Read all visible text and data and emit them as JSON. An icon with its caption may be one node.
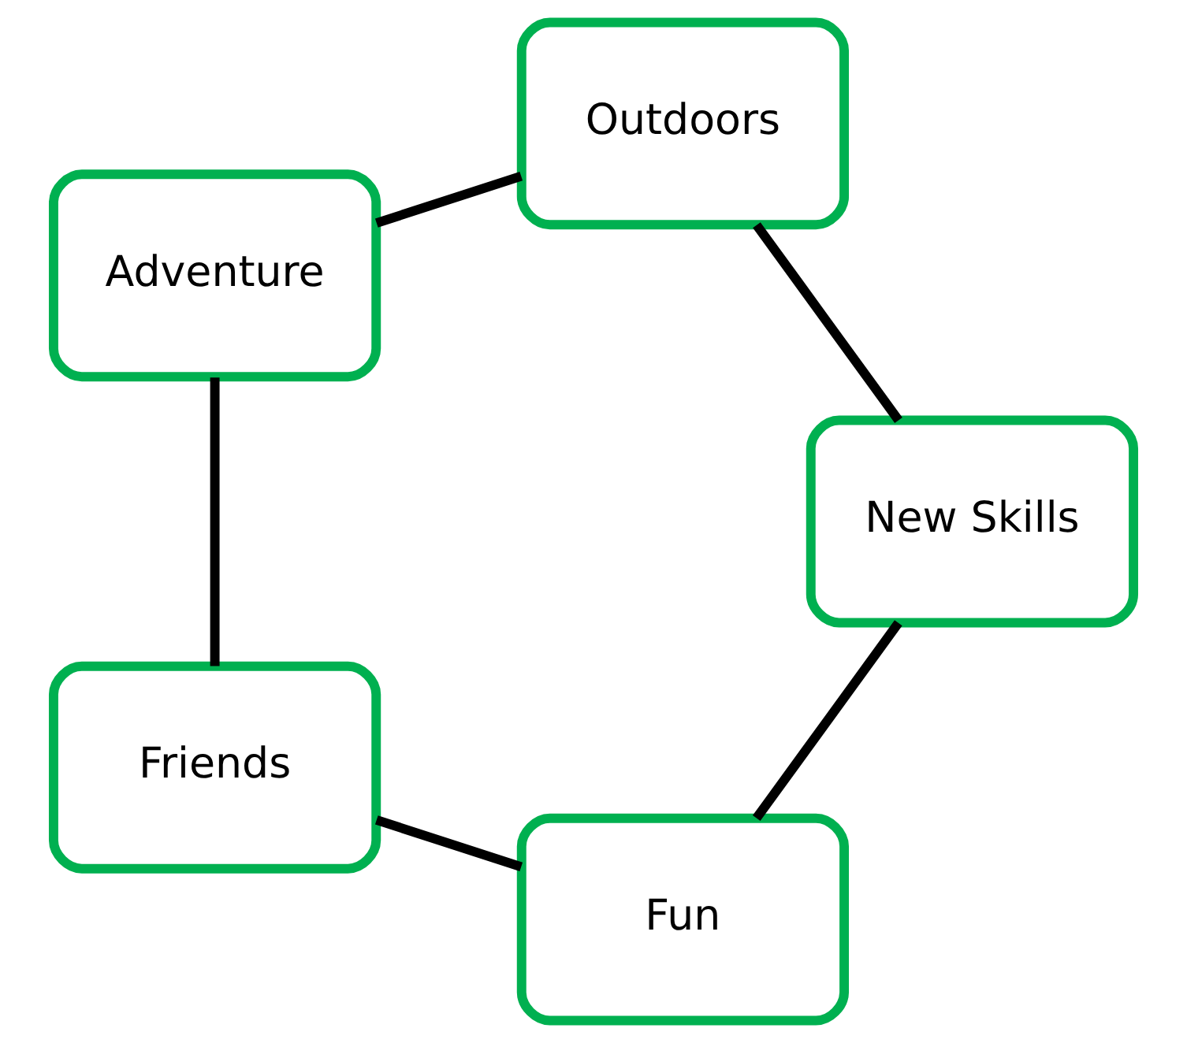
{
  "diagram": {
    "nodes": [
      {
        "text": [
          "Fun"
        ]
      },
      {
        "text": [
          "New Skills"
        ]
      },
      {
        "text": [
          "Friends"
        ]
      },
      {
        "text": [
          "Outdoors"
        ]
      },
      {
        "text": [
          "Adventure"
        ]
      }
    ],
    "edges": [
      {
        "from": 0,
        "to": 2,
        "arrow": "none"
      },
      {
        "from": 2,
        "to": 4,
        "arrow": "none"
      },
      {
        "from": 4,
        "to": 3,
        "arrow": "none"
      },
      {
        "from": 3,
        "to": 1,
        "arrow": "none"
      },
      {
        "from": 1,
        "to": 0,
        "arrow": "none"
      }
    ]
  }
}
